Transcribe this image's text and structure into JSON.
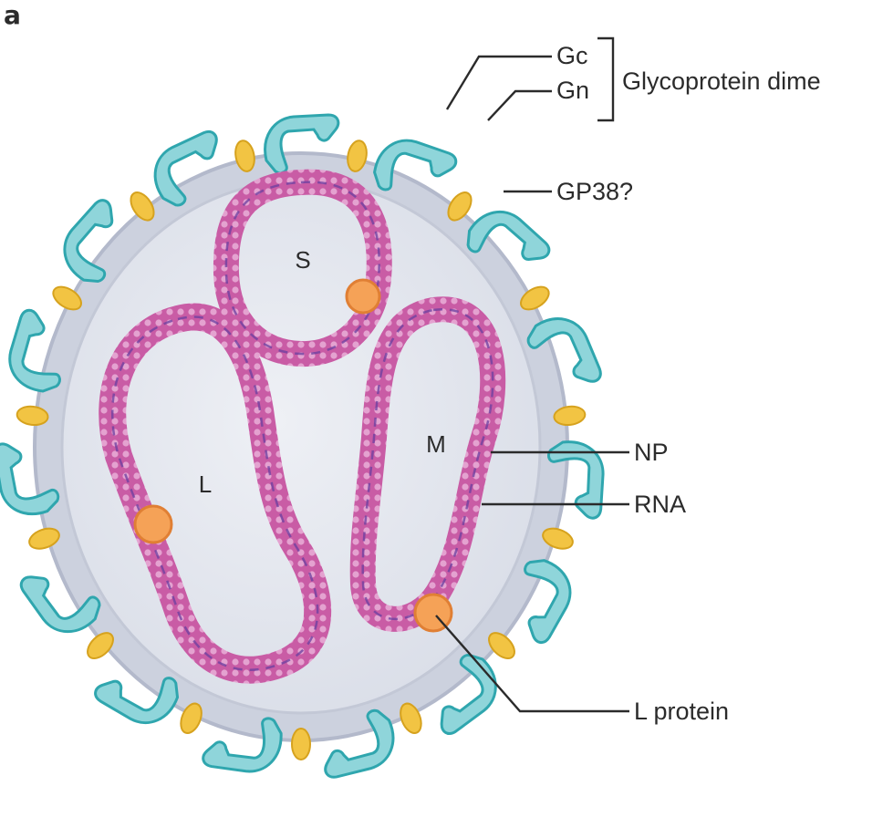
{
  "figure": {
    "panel_letter": "a",
    "segments": {
      "s": "S",
      "m": "M",
      "l": "L"
    },
    "labels": {
      "gc": "Gc",
      "gn": "Gn",
      "glycoprotein": "Glycoprotein dime",
      "gp38": "GP38?",
      "np": "NP",
      "rna": "RNA",
      "l_protein": "L protein"
    }
  },
  "colors": {
    "envelope": "#d4d8e3",
    "interior": "#e7e9ef",
    "glycoprotein": "#8fd5da",
    "glycoprotein_edge": "#2fa6ae",
    "gp38": "#f2c443",
    "np_ribbon": "#c95ca5",
    "rna_line": "#6a3fa0",
    "l_protein": "#f5a257"
  }
}
